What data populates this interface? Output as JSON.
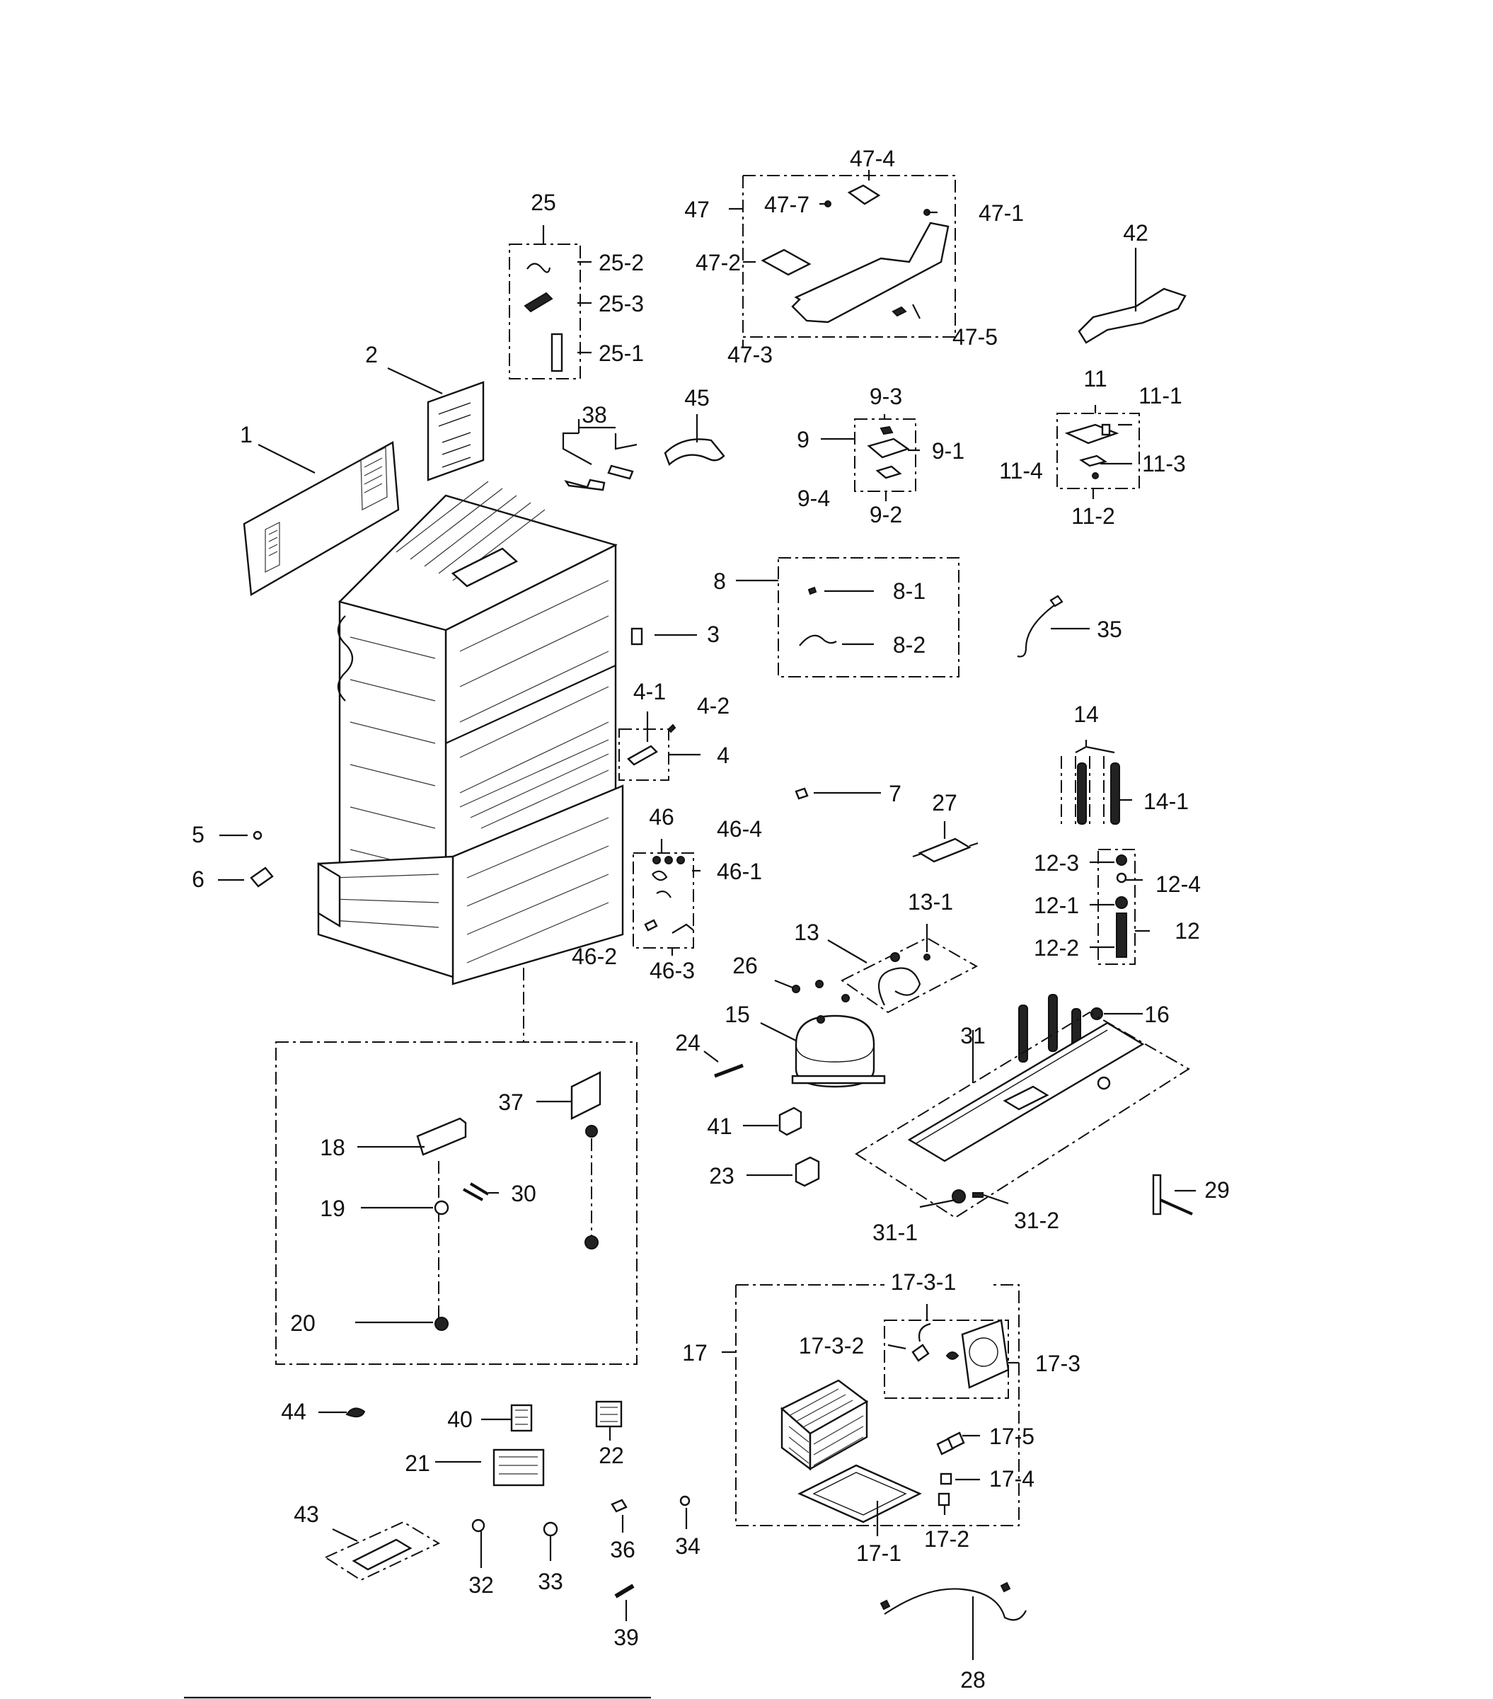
{
  "callouts": {
    "c1": "1",
    "c2": "2",
    "c3": "3",
    "c4": "4",
    "c4_1": "4-1",
    "c4_2": "4-2",
    "c5": "5",
    "c6": "6",
    "c7": "7",
    "c8": "8",
    "c8_1": "8-1",
    "c8_2": "8-2",
    "c9": "9",
    "c9_1": "9-1",
    "c9_2": "9-2",
    "c9_3": "9-3",
    "c9_4": "9-4",
    "c11": "11",
    "c11_1": "11-1",
    "c11_2": "11-2",
    "c11_3": "11-3",
    "c11_4": "11-4",
    "c12": "12",
    "c12_1": "12-1",
    "c12_2": "12-2",
    "c12_3": "12-3",
    "c12_4": "12-4",
    "c13": "13",
    "c13_1": "13-1",
    "c14": "14",
    "c14_1": "14-1",
    "c15": "15",
    "c16": "16",
    "c17": "17",
    "c17_1": "17-1",
    "c17_2": "17-2",
    "c17_3": "17-3",
    "c17_3_1": "17-3-1",
    "c17_3_2": "17-3-2",
    "c17_4": "17-4",
    "c17_5": "17-5",
    "c18": "18",
    "c19": "19",
    "c20": "20",
    "c21": "21",
    "c22": "22",
    "c23": "23",
    "c24": "24",
    "c25": "25",
    "c25_1": "25-1",
    "c25_2": "25-2",
    "c25_3": "25-3",
    "c26": "26",
    "c27": "27",
    "c28": "28",
    "c29": "29",
    "c30": "30",
    "c31": "31",
    "c31_1": "31-1",
    "c31_2": "31-2",
    "c32": "32",
    "c33": "33",
    "c34": "34",
    "c35": "35",
    "c36": "36",
    "c37": "37",
    "c38": "38",
    "c39": "39",
    "c40": "40",
    "c41": "41",
    "c42": "42",
    "c43": "43",
    "c44": "44",
    "c45": "45",
    "c46": "46",
    "c46_1": "46-1",
    "c46_2": "46-2",
    "c46_3": "46-3",
    "c46_4": "46-4",
    "c47": "47",
    "c47_1": "47-1",
    "c47_2": "47-2",
    "c47_3": "47-3",
    "c47_4": "47-4",
    "c47_5": "47-5",
    "c47_7": "47-7"
  },
  "colors": {
    "ink": "#111111",
    "background": "#ffffff"
  }
}
